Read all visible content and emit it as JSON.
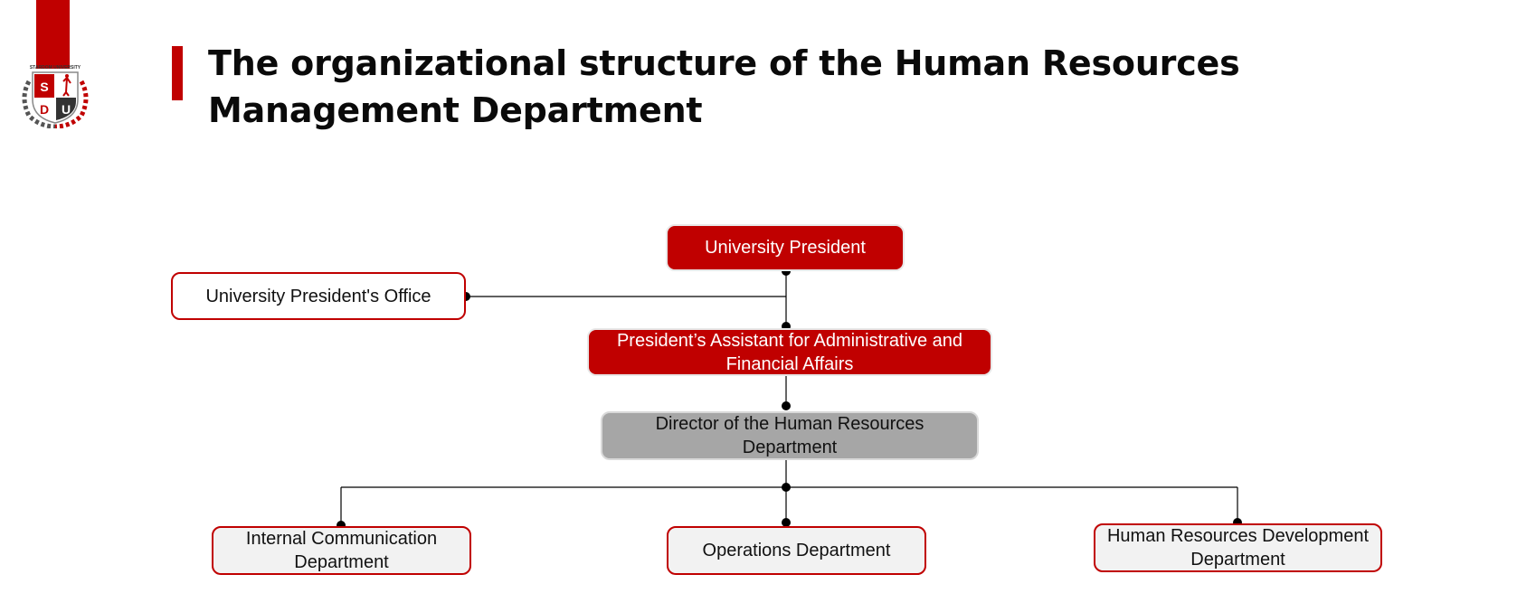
{
  "logo": {
    "text": "STARDOM UNIVERSITY",
    "letters": [
      "S",
      "D",
      "U"
    ]
  },
  "title": "The organizational structure of the Human Resources Management Department",
  "nodes": {
    "president": "University President",
    "office": "University President's Office",
    "assistant": "President’s Assistant for Administrative and Financial Affairs",
    "director": "Director of the Human Resources Department",
    "internal": "Internal Communication Department",
    "operations": "Operations Department",
    "hr_dev": "Human Resources Development Department"
  },
  "colors": {
    "accent": "#c00000",
    "director_fill": "#a6a6a6",
    "light_fill": "#f2f2f2"
  }
}
